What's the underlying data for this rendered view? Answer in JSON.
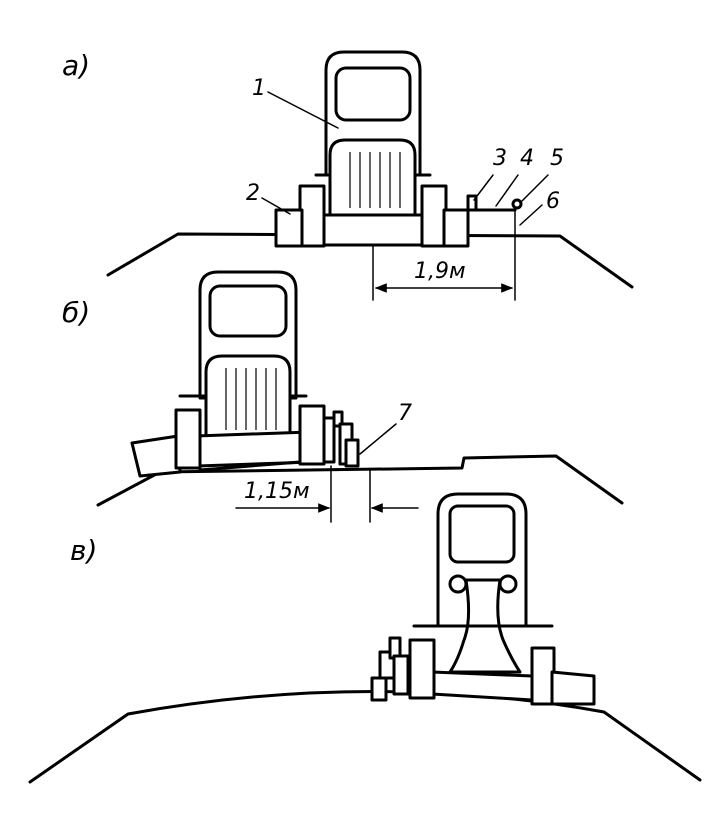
{
  "panels": [
    {
      "key": "a",
      "label": "а)"
    },
    {
      "key": "b",
      "label": "б)"
    },
    {
      "key": "c",
      "label": "в)"
    }
  ],
  "callouts": {
    "n1": "1",
    "n2": "2",
    "n3": "3",
    "n4": "4",
    "n5": "5",
    "n6": "6",
    "n7": "7"
  },
  "dimensions": {
    "a_width": "1,9м",
    "b_width": "1,15м"
  },
  "colors": {
    "ink": "#000000",
    "paper": "#ffffff"
  }
}
